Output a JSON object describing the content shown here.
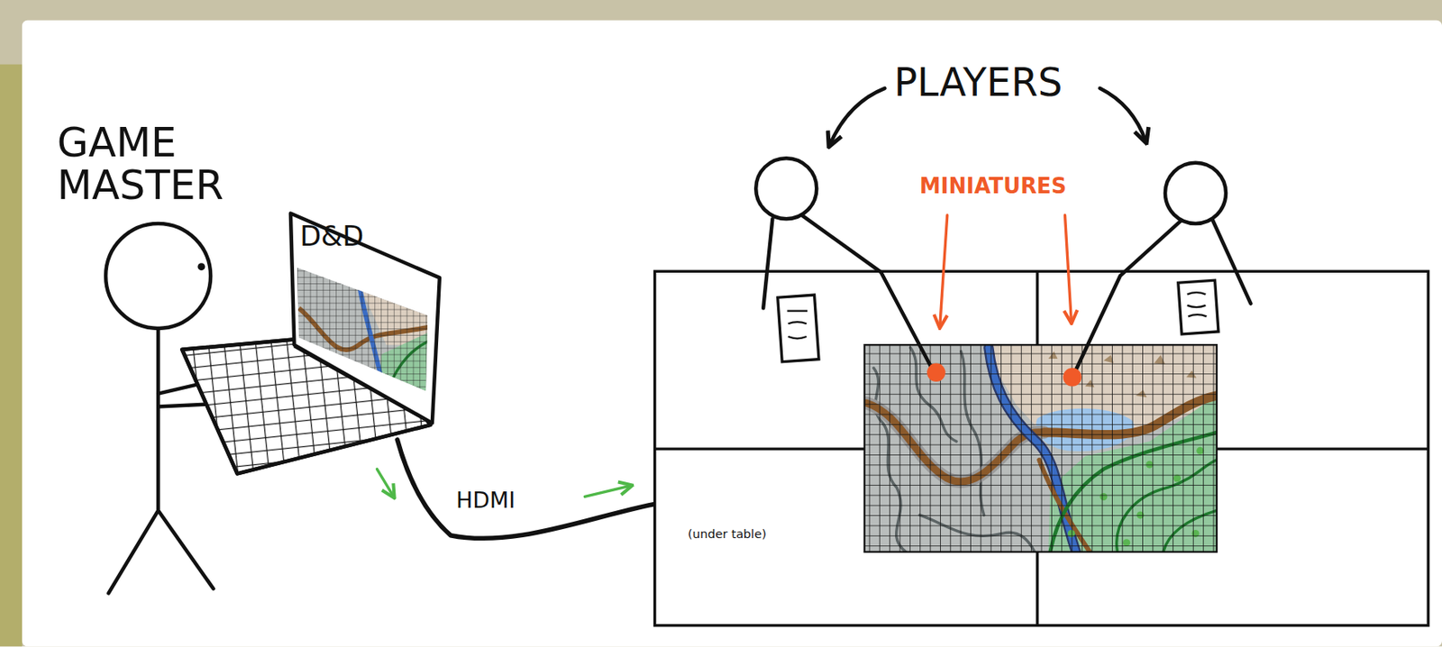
{
  "diagram": {
    "nodes": [
      {
        "text": [
          "D&D"
        ]
      }
    ],
    "labels": [
      "GAME MASTER",
      "PLAYERS",
      "MINIATURES",
      "HDMI",
      "(under table)"
    ]
  }
}
